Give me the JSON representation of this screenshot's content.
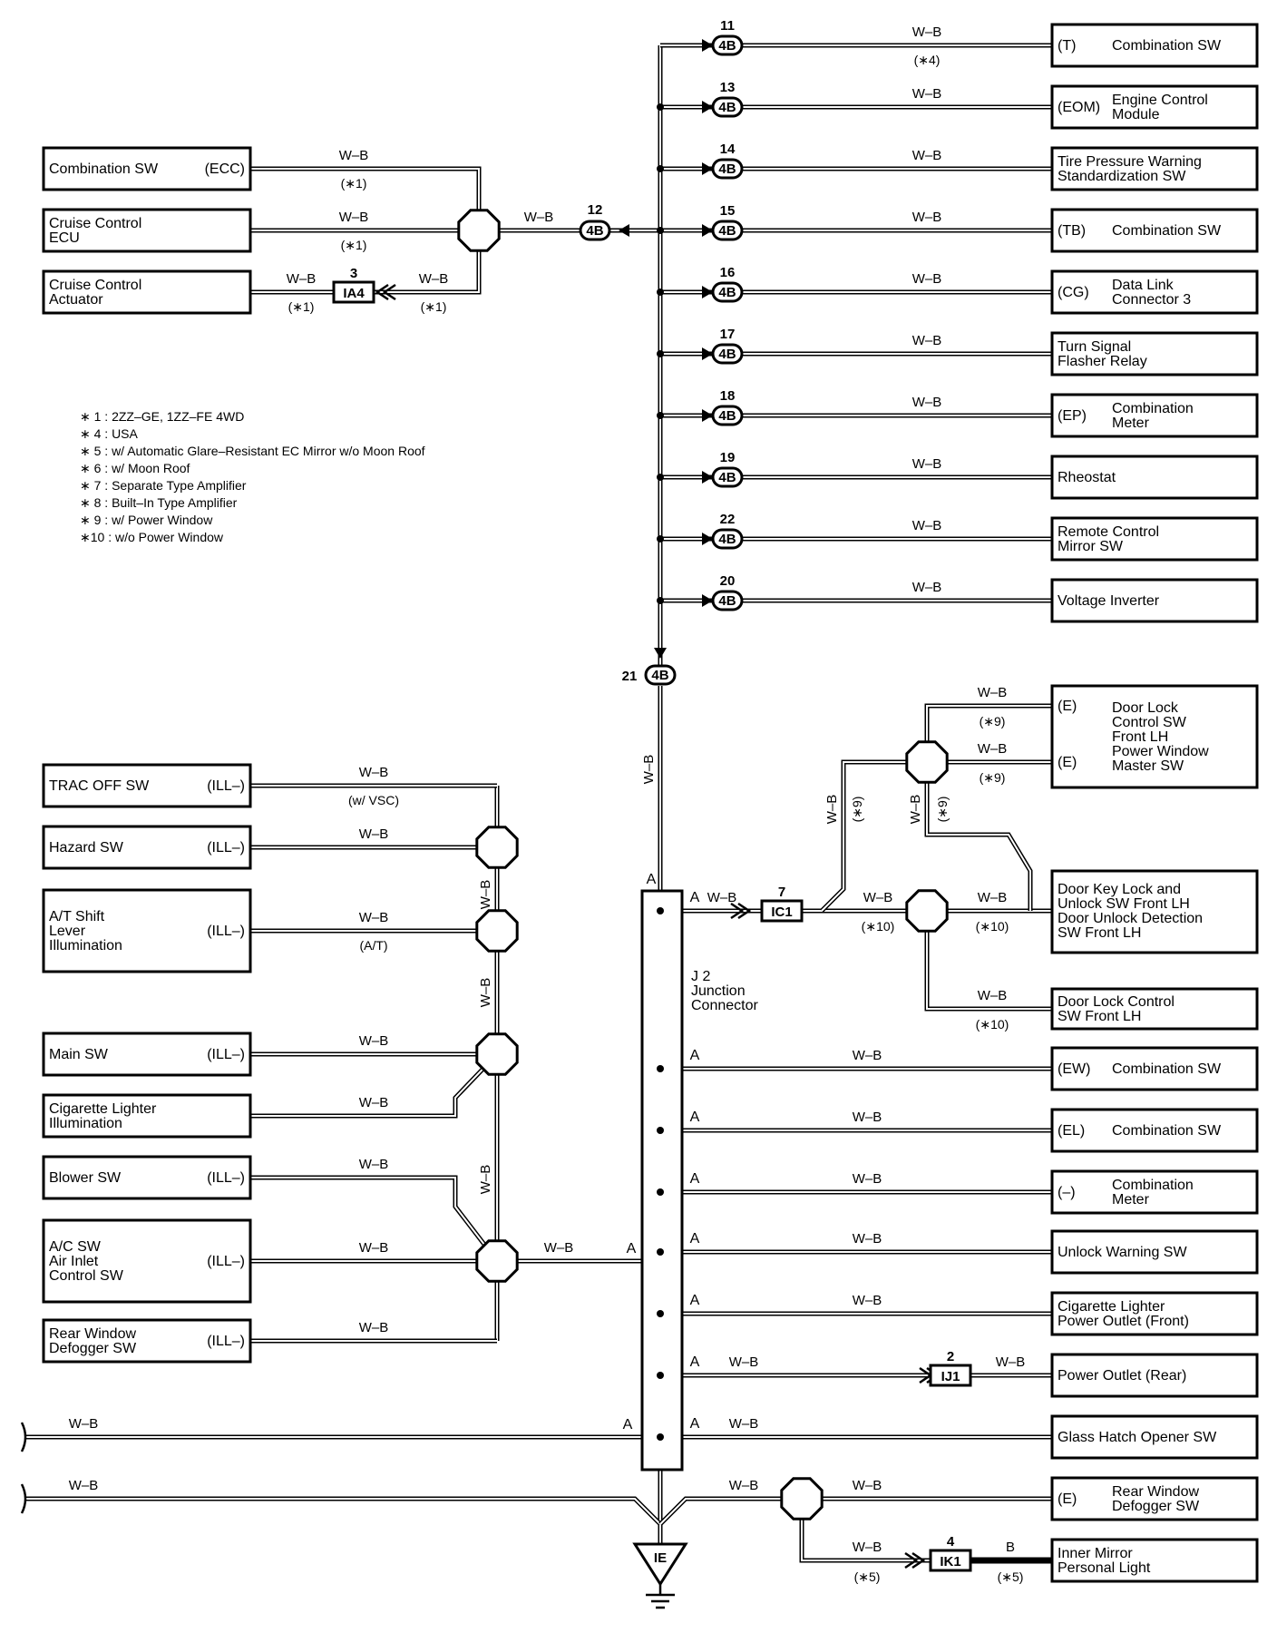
{
  "legend": [
    "∗ 1 : 2ZZ–GE,  1ZZ–FE 4WD",
    "∗ 4 : USA",
    "∗ 5 : w/ Automatic Glare–Resistant EC Mirror w/o Moon Roof",
    "∗ 6 : w/ Moon Roof",
    "∗ 7 : Separate Type Amplifier",
    "∗ 8 : Built–In Type Amplifier",
    "∗ 9 : w/ Power Window",
    "∗10 : w/o Power Window"
  ],
  "wire_color": "W–B",
  "wire_color_b": "B",
  "right_top": [
    {
      "num": "11",
      "conn": "4B",
      "pin": "(T)",
      "name": [
        "Combination SW"
      ],
      "note": "(∗4)"
    },
    {
      "num": "13",
      "conn": "4B",
      "pin": "(EOM)",
      "name": [
        "Engine Control",
        "Module"
      ],
      "note": ""
    },
    {
      "num": "14",
      "conn": "4B",
      "pin": "",
      "name": [
        "Tire Pressure Warning",
        "Standardization SW"
      ],
      "note": ""
    },
    {
      "num": "15",
      "conn": "4B",
      "pin": "(TB)",
      "name": [
        "Combination SW"
      ],
      "note": ""
    },
    {
      "num": "16",
      "conn": "4B",
      "pin": "(CG)",
      "name": [
        "Data Link",
        "Connector 3"
      ],
      "note": ""
    },
    {
      "num": "17",
      "conn": "4B",
      "pin": "",
      "name": [
        "Turn Signal",
        "Flasher Relay"
      ],
      "note": ""
    },
    {
      "num": "18",
      "conn": "4B",
      "pin": "(EP)",
      "name": [
        "Combination",
        "Meter"
      ],
      "note": ""
    },
    {
      "num": "19",
      "conn": "4B",
      "pin": "",
      "name": [
        "Rheostat"
      ],
      "note": ""
    },
    {
      "num": "22",
      "conn": "4B",
      "pin": "",
      "name": [
        "Remote Control",
        "Mirror SW"
      ],
      "note": ""
    },
    {
      "num": "20",
      "conn": "4B",
      "pin": "",
      "name": [
        "Voltage Inverter"
      ],
      "note": ""
    }
  ],
  "top_left": [
    {
      "name": [
        "Combination SW"
      ],
      "pin": "(ECC)",
      "note": "(∗1)"
    },
    {
      "name": [
        "Cruise Control",
        "ECU"
      ],
      "pin": "",
      "note": "(∗1)"
    },
    {
      "name": [
        "Cruise Control",
        "Actuator"
      ],
      "pin": "",
      "note": "(∗1)"
    }
  ],
  "conn12": {
    "num": "12",
    "name": "4B"
  },
  "conn3": {
    "num": "3",
    "name": "IA4",
    "note": "(∗1)"
  },
  "conn21": {
    "num": "21",
    "name": "4B"
  },
  "left_ill": [
    {
      "name": [
        "TRAC OFF SW"
      ],
      "pin": "(ILL–)",
      "note": "(w/ VSC)"
    },
    {
      "name": [
        "Hazard SW"
      ],
      "pin": "(ILL–)",
      "note": ""
    },
    {
      "name": [
        "A/T Shift",
        "Lever",
        "Illumination"
      ],
      "pin": "(ILL–)",
      "note": "(A/T)"
    },
    {
      "name": [
        "Main SW"
      ],
      "pin": "(ILL–)",
      "note": ""
    },
    {
      "name": [
        "Cigarette Lighter",
        "Illumination"
      ],
      "pin": "",
      "note": ""
    },
    {
      "name": [
        "Blower SW"
      ],
      "pin": "(ILL–)",
      "note": ""
    },
    {
      "name": [
        "A/C SW",
        "Air Inlet",
        "Control SW"
      ],
      "pin": "(ILL–)",
      "note": ""
    },
    {
      "name": [
        "Rear Window",
        "Defogger SW"
      ],
      "pin": "(ILL–)",
      "note": ""
    }
  ],
  "junction": {
    "name": [
      "J 2",
      "Junction",
      "Connector"
    ],
    "pin": "A"
  },
  "door": {
    "lock_ctrl": {
      "pin": "(E)",
      "pin2": "(E)",
      "name": [
        "Door Lock",
        "Control SW",
        "Front LH",
        "Power Window",
        "Master SW"
      ],
      "note": "(∗9)"
    },
    "key_lock": {
      "name": [
        "Door Key Lock and",
        "Unlock SW Front LH",
        "Door Unlock Detection",
        "SW Front LH"
      ],
      "note": "(∗10)"
    },
    "lock_front": {
      "name": [
        "Door Lock Control",
        "SW Front LH"
      ],
      "note": "(∗10)"
    },
    "ic1": {
      "num": "7",
      "name": "IC1"
    },
    "note9": "(∗9)",
    "note10": "(∗10)"
  },
  "right_bottom": [
    {
      "pin": "(EW)",
      "name": [
        "Combination SW"
      ]
    },
    {
      "pin": "(EL)",
      "name": [
        "Combination SW"
      ]
    },
    {
      "pin": "(–)",
      "name": [
        "Combination",
        "Meter"
      ]
    },
    {
      "pin": "",
      "name": [
        "Unlock Warning SW"
      ]
    },
    {
      "pin": "",
      "name": [
        "Cigarette Lighter",
        "Power Outlet (Front)"
      ]
    },
    {
      "pin": "",
      "name": [
        "Power Outlet (Rear)"
      ]
    },
    {
      "pin": "",
      "name": [
        "Glass Hatch Opener SW"
      ]
    },
    {
      "pin": "(E)",
      "name": [
        "Rear Window",
        "Defogger SW"
      ]
    },
    {
      "pin": "",
      "name": [
        "Inner Mirror",
        "Personal Light"
      ]
    }
  ],
  "ij1": {
    "num": "2",
    "name": "IJ1"
  },
  "ik1": {
    "num": "4",
    "name": "IK1",
    "note": "(∗5)"
  },
  "ground": {
    "name": "IE"
  }
}
